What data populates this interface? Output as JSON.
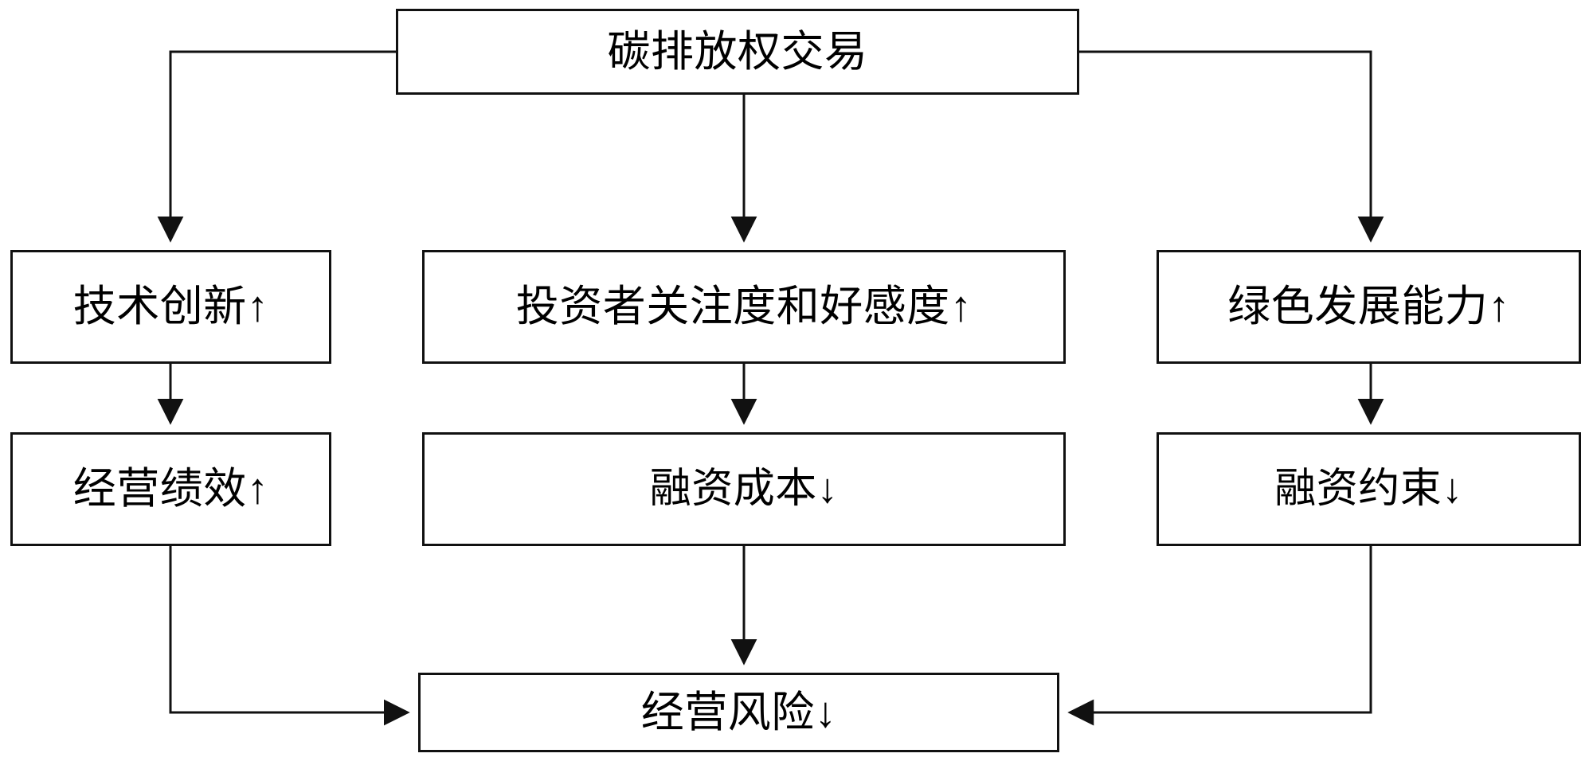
{
  "diagram": {
    "type": "flowchart",
    "title": "碳排放权交易",
    "background_color": "#ffffff",
    "line_color": "#111111",
    "text_color": "#000000",
    "nodes": [
      {
        "id": "carbon-trading",
        "label": "碳排放权交易",
        "row": 0,
        "column": "center"
      },
      {
        "id": "tech-innovation",
        "label": "技术创新↑",
        "row": 1,
        "column": "left"
      },
      {
        "id": "investor-attention",
        "label": "投资者关注度和好感度↑",
        "row": 1,
        "column": "center"
      },
      {
        "id": "green-capability",
        "label": "绿色发展能力↑",
        "row": 1,
        "column": "right"
      },
      {
        "id": "operating-performance",
        "label": "经营绩效↑",
        "row": 2,
        "column": "left"
      },
      {
        "id": "financing-cost",
        "label": "融资成本↓",
        "row": 2,
        "column": "center"
      },
      {
        "id": "financing-constraint",
        "label": "融资约束↓",
        "row": 2,
        "column": "right"
      },
      {
        "id": "operating-risk",
        "label": "经营风险↓",
        "row": 3,
        "column": "center"
      }
    ],
    "edges": [
      {
        "from": "carbon-trading",
        "to": "tech-innovation",
        "style": "elbow-left",
        "arrow": "down"
      },
      {
        "from": "carbon-trading",
        "to": "investor-attention",
        "style": "straight",
        "arrow": "down"
      },
      {
        "from": "carbon-trading",
        "to": "green-capability",
        "style": "elbow-right",
        "arrow": "down"
      },
      {
        "from": "tech-innovation",
        "to": "operating-performance",
        "style": "straight",
        "arrow": "down"
      },
      {
        "from": "investor-attention",
        "to": "financing-cost",
        "style": "straight",
        "arrow": "down"
      },
      {
        "from": "green-capability",
        "to": "financing-constraint",
        "style": "straight",
        "arrow": "down"
      },
      {
        "from": "operating-performance",
        "to": "operating-risk",
        "style": "elbow-left",
        "arrow": "right"
      },
      {
        "from": "financing-cost",
        "to": "operating-risk",
        "style": "straight",
        "arrow": "down"
      },
      {
        "from": "financing-constraint",
        "to": "operating-risk",
        "style": "elbow-right",
        "arrow": "left"
      }
    ]
  }
}
